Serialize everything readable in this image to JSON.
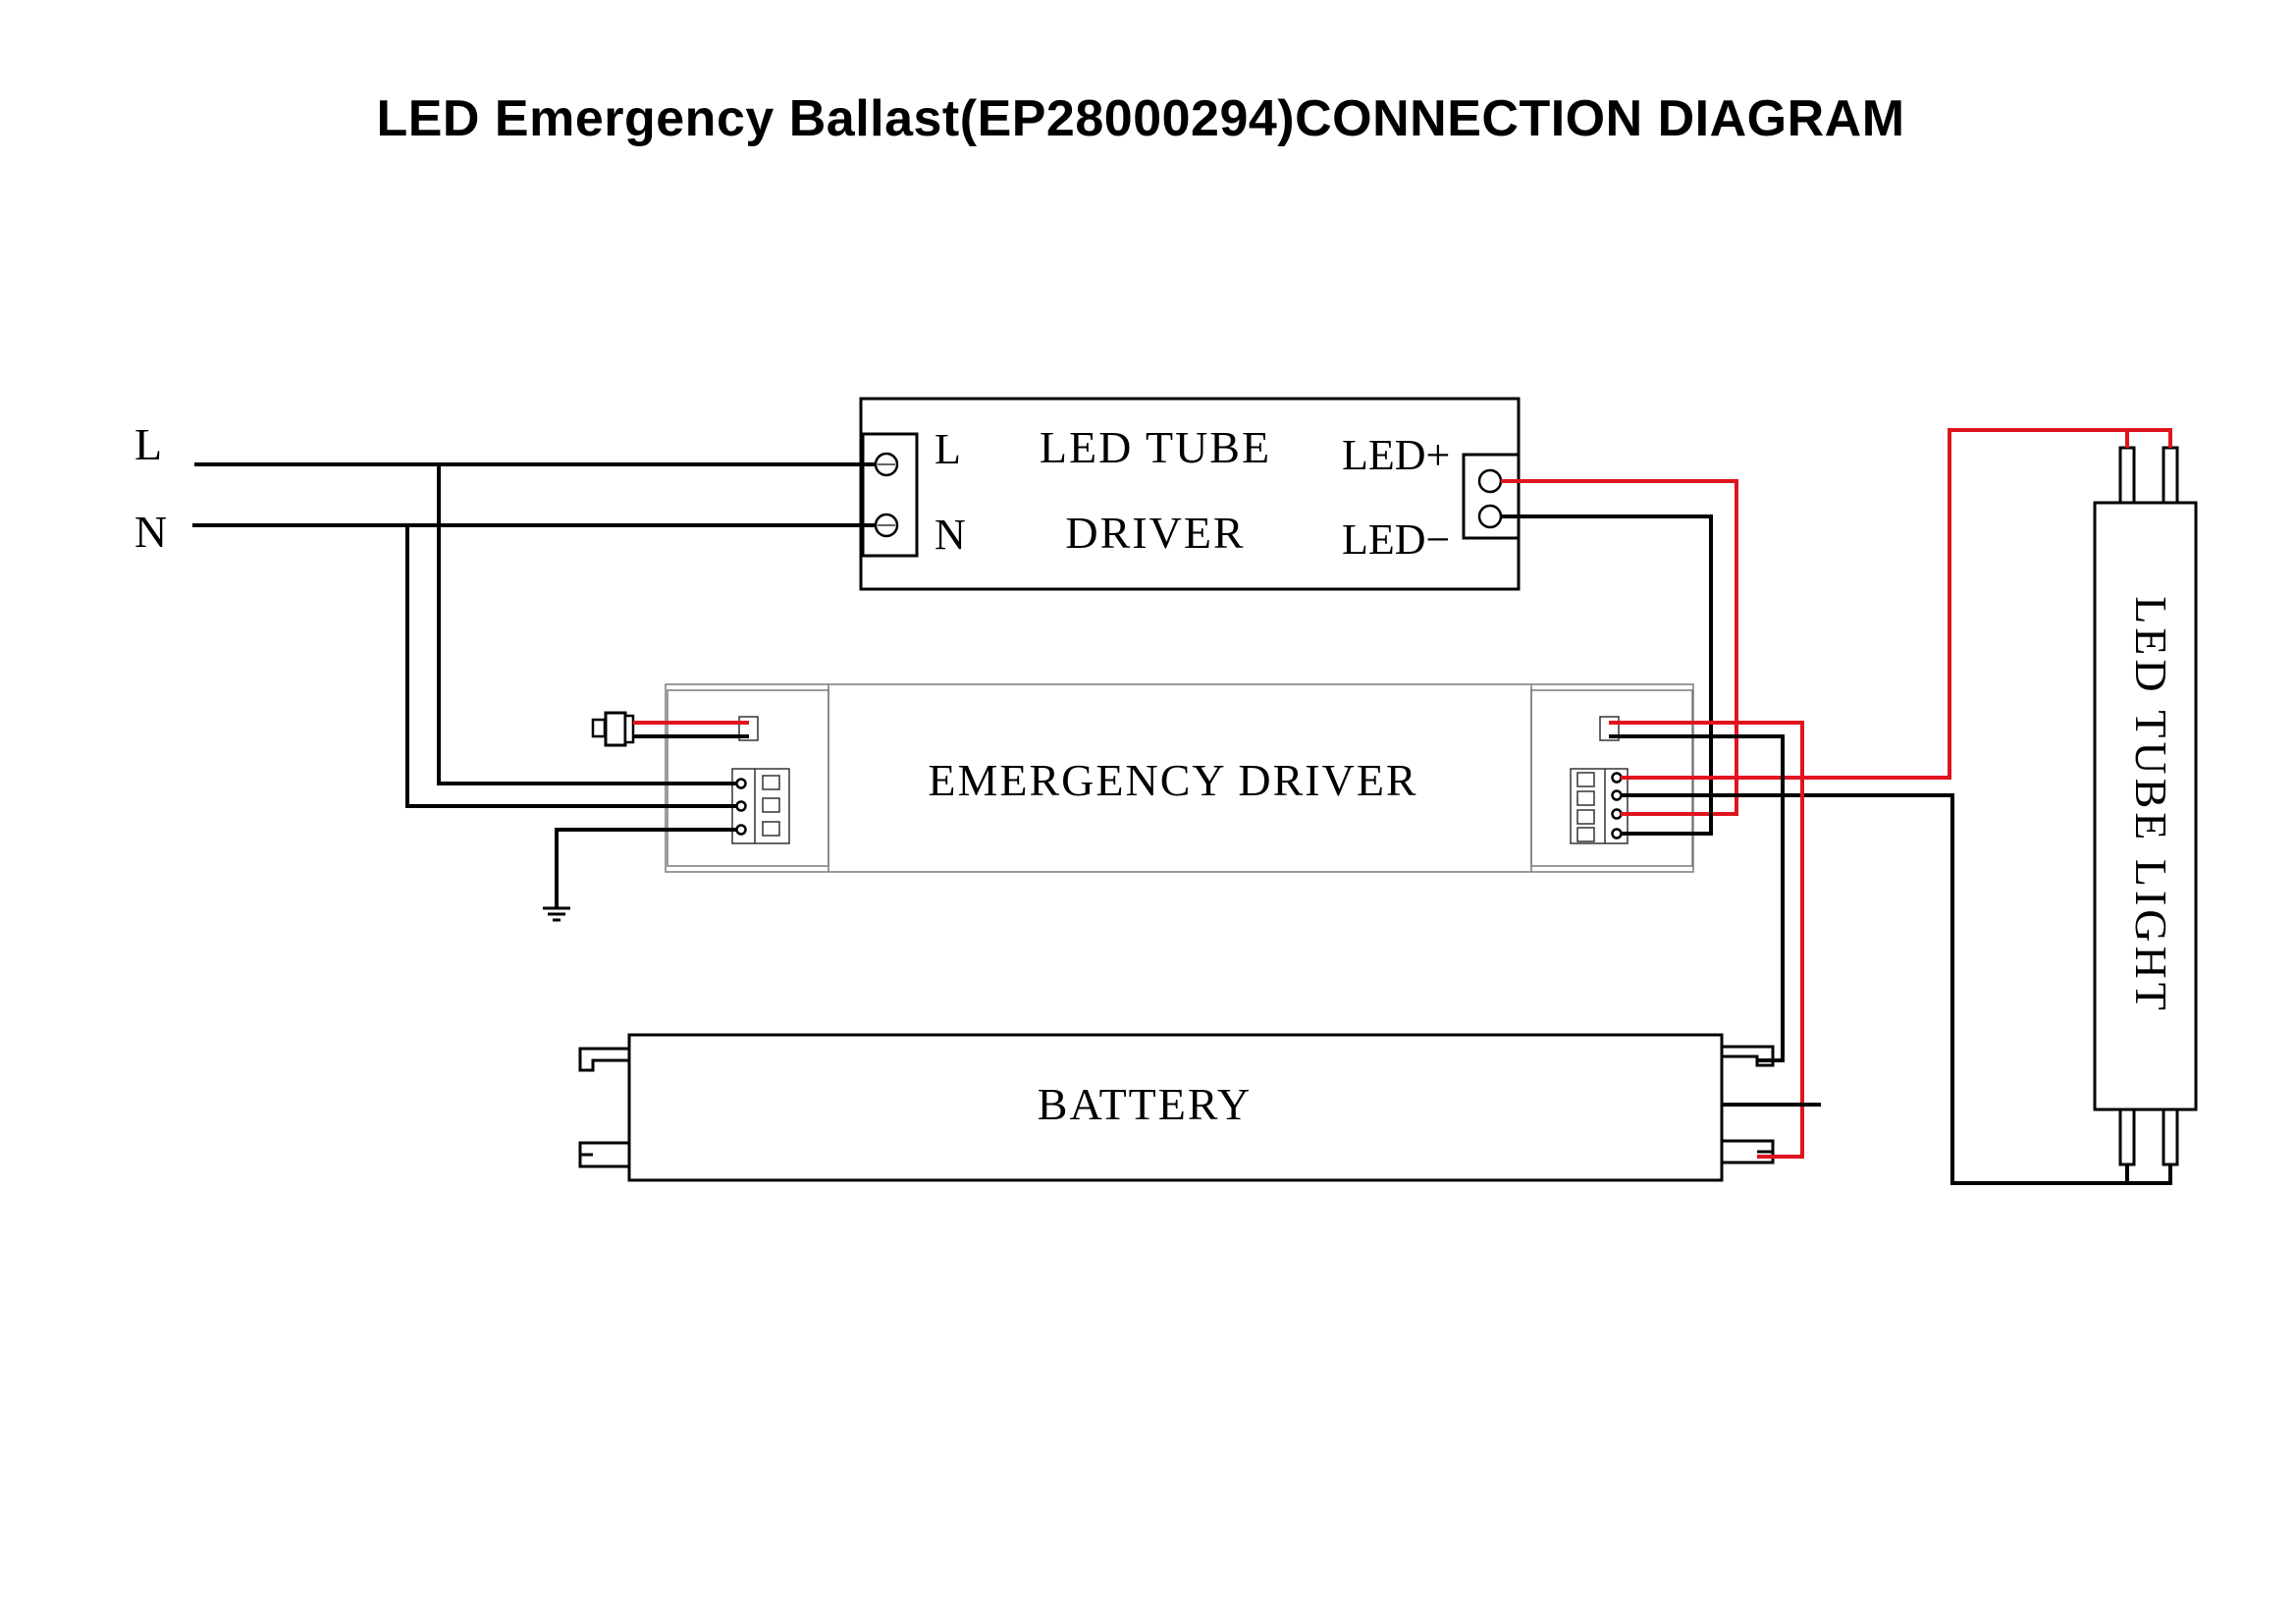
{
  "title": "LED Emergency Ballast(EP28000294)CONNECTION DIAGRAM",
  "mains": {
    "line_label": "L",
    "neutral_label": "N"
  },
  "led_tube_driver": {
    "input_l": "L",
    "input_n": "N",
    "name_line1": "LED TUBE",
    "name_line2": "DRIVER",
    "output_pos": "LED+",
    "output_neg": "LED−"
  },
  "emergency_driver": {
    "name": "EMERGENCY DRIVER"
  },
  "battery": {
    "name": "BATTERY"
  },
  "led_tube_light": {
    "name": "LED TUBE LIGHT"
  },
  "colors": {
    "wire_black": "#000000",
    "wire_red": "#e0141e"
  }
}
